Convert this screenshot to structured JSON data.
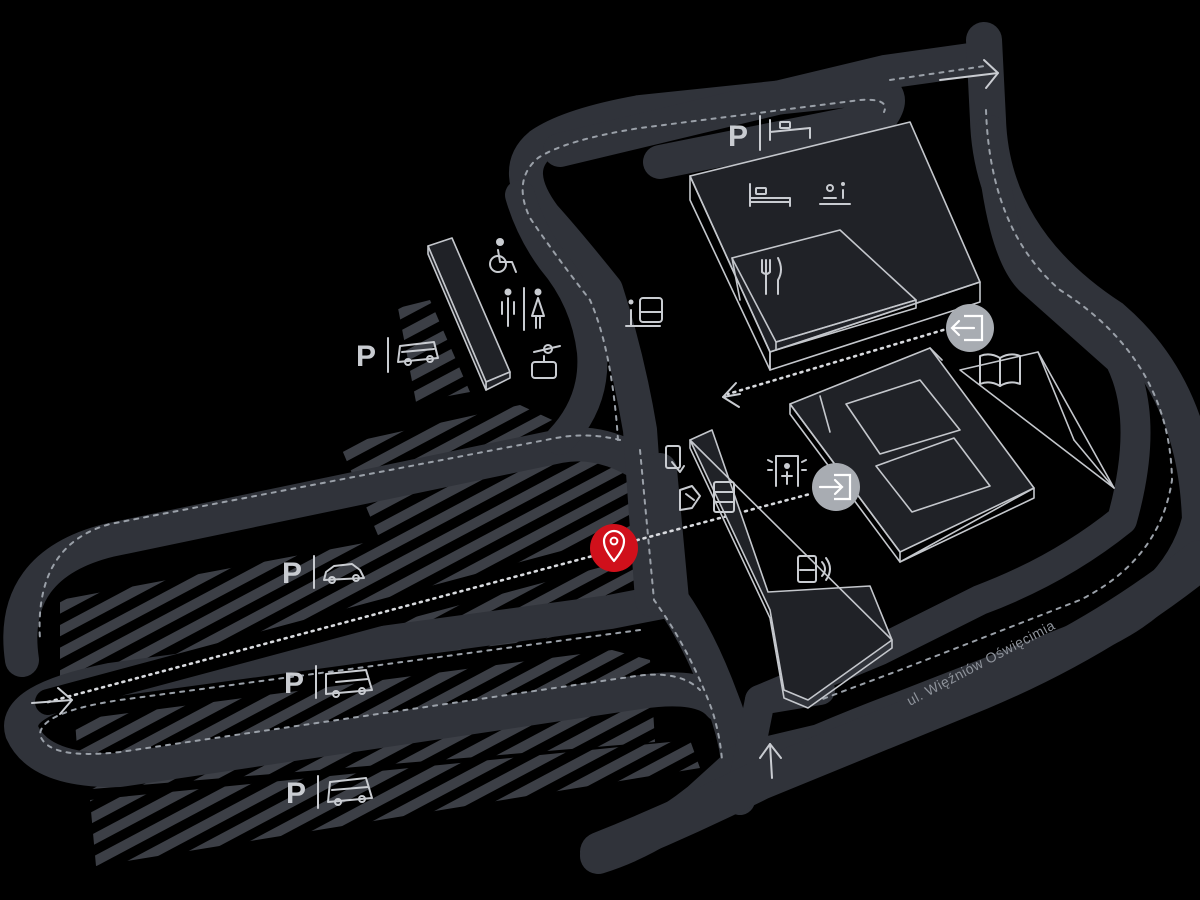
{
  "map": {
    "street_label": "ul. Więźniów Oświęcimia",
    "parking_letter": "P",
    "location_pin": "location-pin-icon",
    "colors": {
      "background": "#000000",
      "road": "#30333a",
      "hatch": "#3c3f46",
      "building_line": "#c4c7cc",
      "icon": "#c9ccd1",
      "pin": "#d0101b"
    },
    "parking_lots": [
      {
        "letter": "P",
        "vehicle": "car-icon"
      },
      {
        "letter": "P",
        "vehicle": "bus-icon"
      },
      {
        "letter": "P",
        "vehicle": "coach-icon"
      },
      {
        "letter": "P",
        "vehicle": "minibus-icon"
      },
      {
        "letter": "P",
        "vehicle": "hotel-bed-icon"
      }
    ],
    "facility_icons": [
      "wheelchair-icon",
      "restroom-icon",
      "cable-car-icon",
      "info-bus-icon",
      "bed-icon",
      "reception-icon",
      "restaurant-icon",
      "exit-icon",
      "book-icon",
      "entrance-icon",
      "security-gate-icon",
      "locker-icon"
    ]
  }
}
